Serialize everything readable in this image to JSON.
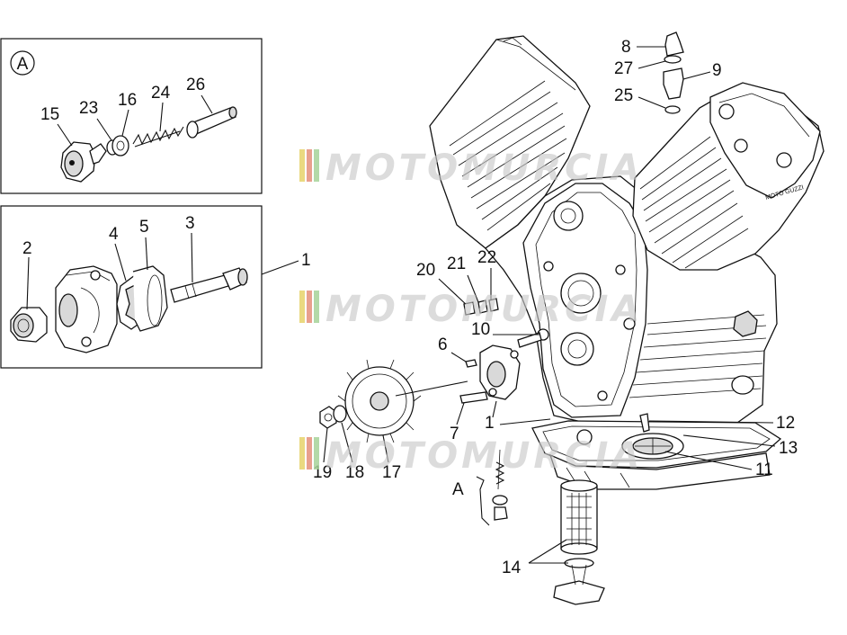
{
  "watermark": {
    "text": "MOTOMURCIA",
    "stripe_colors": [
      "#e7d36a",
      "#e58f7a",
      "#a6d39a"
    ]
  },
  "inset_a": {
    "badge": "A"
  },
  "callouts": {
    "c1": "1",
    "c2": "2",
    "c3": "3",
    "c4": "4",
    "c5": "5",
    "c6": "6",
    "c7": "7",
    "c8": "8",
    "c9": "9",
    "c10": "10",
    "c11": "11",
    "c12": "12",
    "c13": "13",
    "c14": "14",
    "c15": "15",
    "c16": "16",
    "c17": "17",
    "c18": "18",
    "c19": "19",
    "c20": "20",
    "c21": "21",
    "c22": "22",
    "c23": "23",
    "c24": "24",
    "c25": "25",
    "c26": "26",
    "c27": "27",
    "c1b": "1",
    "cA": "A"
  },
  "engine_badge": "MOTO GUZZI"
}
